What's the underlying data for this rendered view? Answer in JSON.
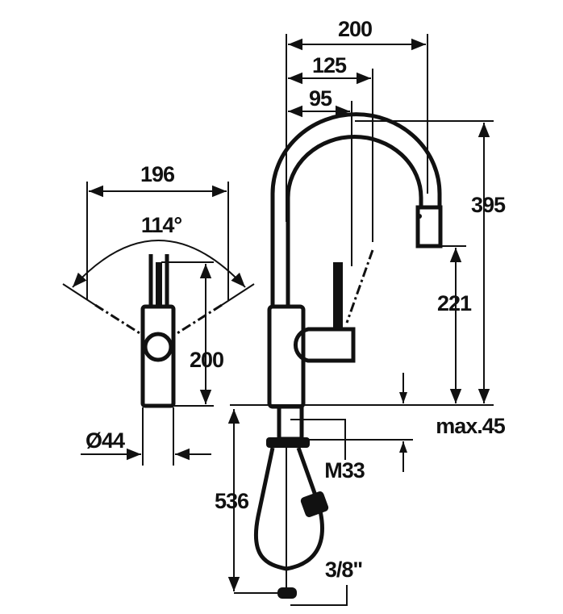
{
  "drawing": {
    "side_view": {
      "reach_total": "200",
      "reach_swing": "125",
      "reach_lever": "95",
      "height_total": "395",
      "height_outlet": "221",
      "deck_thickness": "max.45",
      "thread": "M33",
      "hose_length": "536",
      "connection": "3/8\""
    },
    "front_view": {
      "swing_width": "196",
      "swing_angle": "114°",
      "lever_height": "200",
      "diameter": "Ø44"
    },
    "colors": {
      "line": "#111111",
      "background": "#ffffff"
    }
  }
}
